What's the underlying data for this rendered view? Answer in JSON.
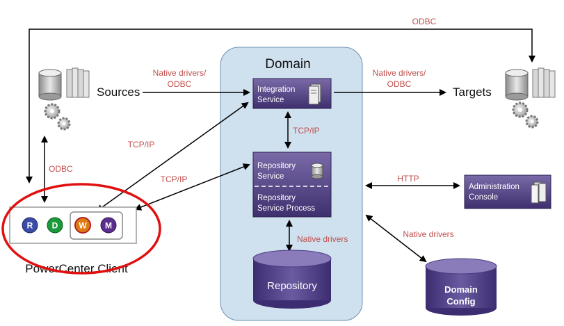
{
  "domain": {
    "title": "Domain"
  },
  "sources": {
    "label": "Sources"
  },
  "targets": {
    "label": "Targets"
  },
  "integration_service": {
    "line1": "Integration",
    "line2": "Service"
  },
  "repository_service": {
    "line1": "Repository",
    "line2": "Service",
    "line3": "Repository",
    "line4": "Service Process"
  },
  "repository_db": {
    "label": "Repository"
  },
  "domain_config": {
    "line1": "Domain",
    "line2": "Config"
  },
  "admin_console": {
    "line1": "Administration",
    "line2": "Console"
  },
  "client": {
    "label": "PowerCenter Client",
    "tools": [
      {
        "letter": "R",
        "color": "#3b4ba8"
      },
      {
        "letter": "D",
        "color": "#1a9a3a"
      },
      {
        "letter": "W",
        "color": "#e07a12"
      },
      {
        "letter": "M",
        "color": "#5a2d8e"
      }
    ]
  },
  "connections": {
    "odbc_top": "ODBC",
    "native_src_1": "Native drivers/",
    "native_src_2": "ODBC",
    "native_tgt_1": "Native drivers/",
    "native_tgt_2": "ODBC",
    "tcpip_upper": "TCP/IP",
    "tcpip_lower": "TCP/IP",
    "tcpip_mid": "TCP/IP",
    "odbc_left": "ODBC",
    "http": "HTTP",
    "native_repo": "Native drivers",
    "native_config": "Native drivers"
  },
  "colors": {
    "service_box": "#5a4a8a",
    "domain_bg": "#cfe0ee",
    "label_red": "#c0504d",
    "highlight_ring": "#e01010"
  }
}
